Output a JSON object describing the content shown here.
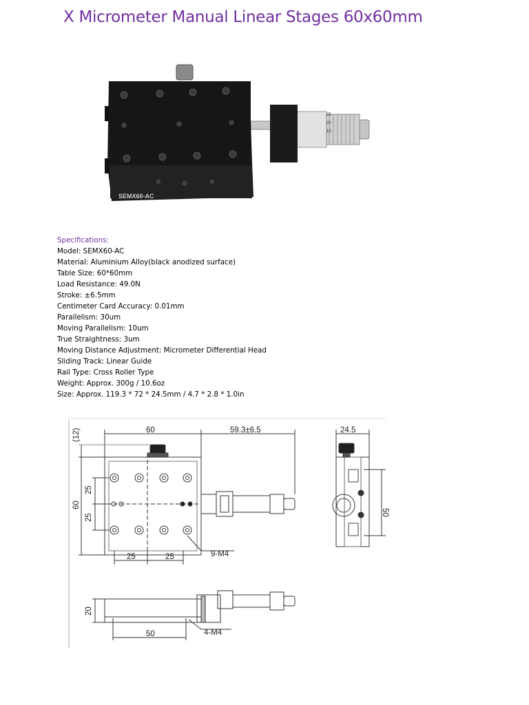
{
  "page_title": "X Micrometer Manual Linear Stages 60x60mm",
  "product_photo": {
    "icon": "linear-stage-photo",
    "plate_label": "SEMX60-AC",
    "scale_numbers": [
      "25",
      "20",
      "15"
    ]
  },
  "specifications": {
    "heading": "Specifications:",
    "lines": [
      "Model: SEMX60-AC",
      "Material: Aluminium Alloy(black anodized surface)",
      "Table Size: 60*60mm",
      "Load Resistance: 49.0N",
      "Stroke: ±6.5mm",
      "Centimeter Card Accuracy: 0.01mm",
      "Parallelism: 30um",
      "Moving Parallelism: 10um",
      "True Straightness: 3um",
      "Moving Distance Adjustment: Micrometer Differential Head",
      "Sliding Track: Linear Guide",
      "Rail Type: Cross Roller Type",
      "Weight: Approx. 300g / 10.6oz",
      "Size: Approx. 119.3 * 72 * 24.5mm / 4.7 * 2.8 * 1.0in"
    ]
  },
  "drawing": {
    "dim_top_width": "60",
    "dim_travel": "59.3±6.5",
    "dim_side_width": "24.5",
    "dim_margin": "(12)",
    "dim_height_60": "60",
    "dim_25_upper": "25",
    "dim_25_lower": "25",
    "dim_side_50": "50",
    "dim_bottom_25_left": "25",
    "dim_bottom_25_right": "25",
    "callout_holes_top": "9-M4",
    "dim_front_height": "20",
    "dim_front_50": "50",
    "callout_holes_front": "4-M4"
  }
}
